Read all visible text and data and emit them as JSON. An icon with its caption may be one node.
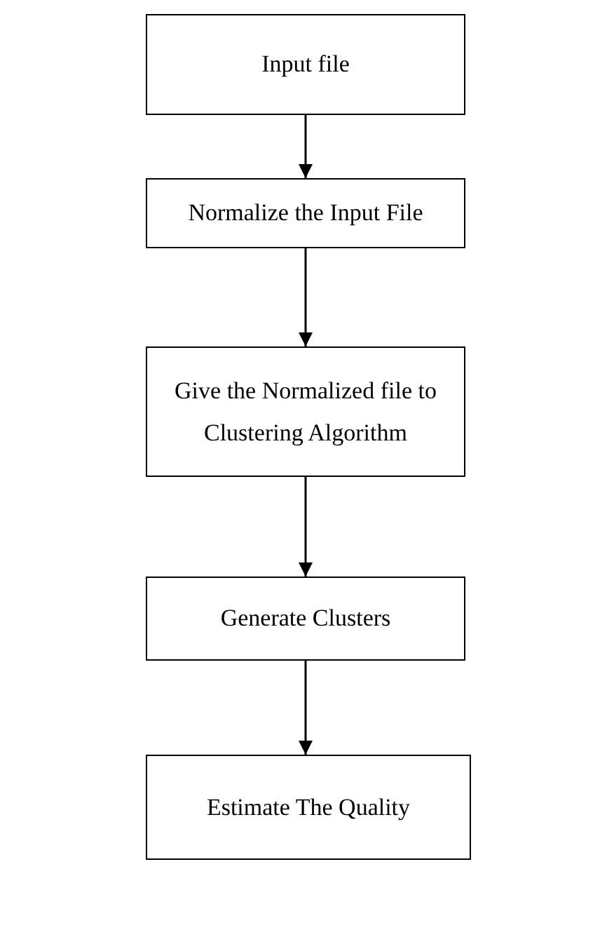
{
  "diagram": {
    "nodes": [
      {
        "text": [
          "Input file"
        ]
      },
      {
        "text": [
          "Normalize the Input File"
        ]
      },
      {
        "text": [
          "Give the Normalized file to Clustering Algorithm"
        ]
      },
      {
        "text": [
          "Generate Clusters"
        ]
      },
      {
        "text": [
          "Estimate The Quality"
        ]
      }
    ],
    "edges": [
      {
        "from": 0,
        "to": 1,
        "arrow": "to"
      },
      {
        "from": 1,
        "to": 2,
        "arrow": "to"
      },
      {
        "from": 2,
        "to": 3,
        "arrow": "to"
      },
      {
        "from": 3,
        "to": 4,
        "arrow": "to"
      }
    ]
  }
}
